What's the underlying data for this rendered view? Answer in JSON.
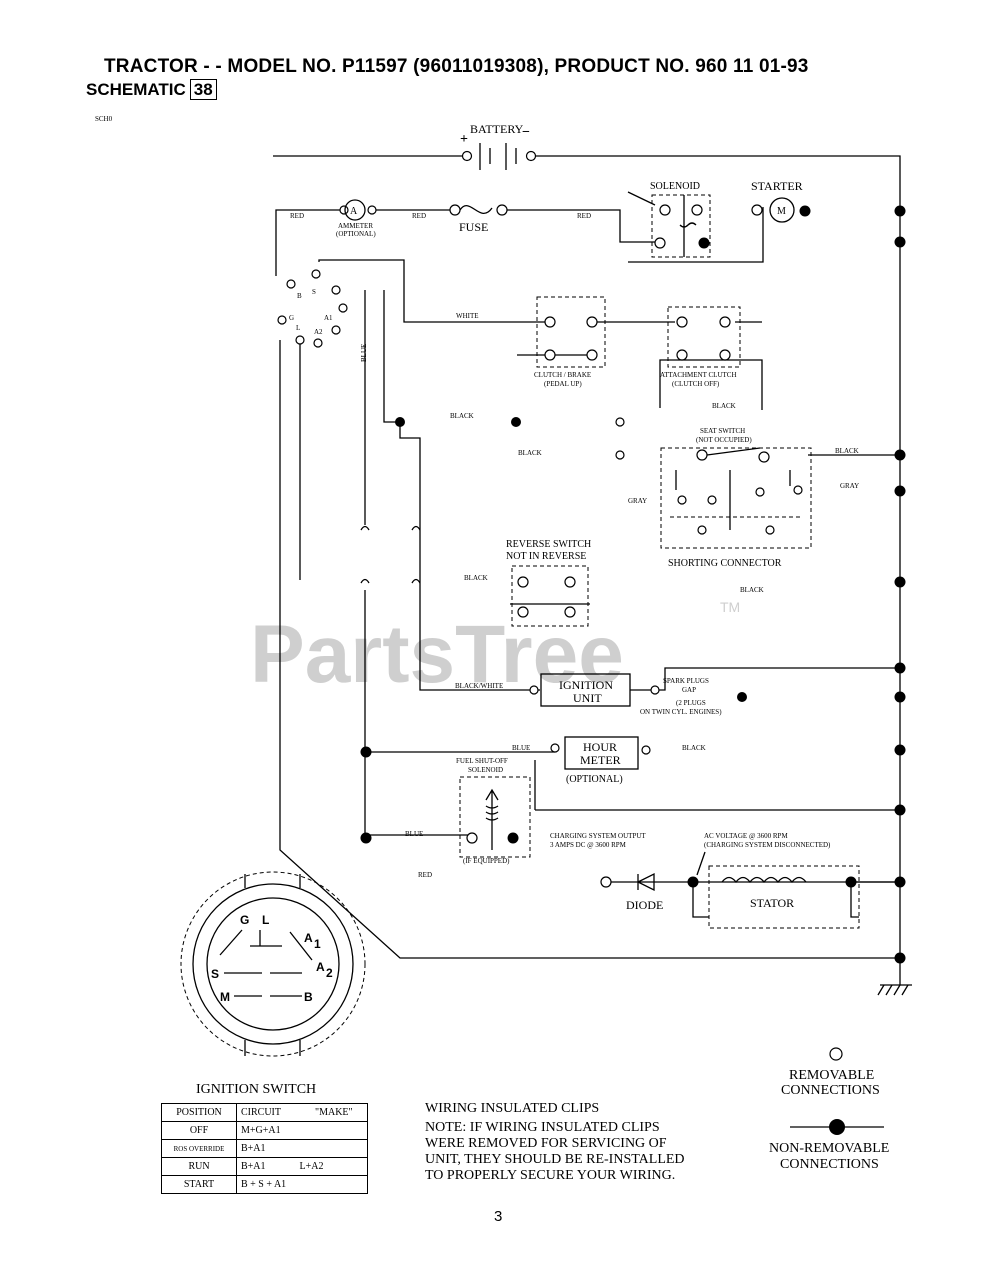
{
  "header": {
    "title": "TRACTOR - - MODEL NO. P11597 (96011019308), PRODUCT NO. 960 11 01-93",
    "schematic_label": "SCHEMATIC",
    "schematic_number": "38"
  },
  "watermark": {
    "text": "PartsTree",
    "tm": "TM"
  },
  "page_number": "3",
  "labels": {
    "corner": "SCH0",
    "battery": "BATTERY",
    "battery_plus": "+",
    "battery_minus": "−",
    "solenoid": "SOLENOID",
    "starter": "STARTER",
    "starter_m": "M",
    "ammeter_a": "A",
    "ammeter_1": "AMMETER",
    "ammeter_2": "(OPTIONAL)",
    "fuse": "FUSE",
    "red_1": "RED",
    "red_2": "RED",
    "red_3": "RED",
    "white": "WHITE",
    "blue_v": "BLUE",
    "clutch_1": "CLUTCH / BRAKE",
    "clutch_2": "(PEDAL UP)",
    "attach_1": "ATTACHMENT CLUTCH",
    "attach_2": "(CLUTCH OFF)",
    "black_1": "BLACK",
    "black_2": "BLACK",
    "black_3": "BLACK",
    "black_4": "BLACK",
    "black_5": "BLACK",
    "black_6": "BLACK",
    "seat_1": "SEAT SWITCH",
    "seat_2": "(NOT OCCUPIED)",
    "gray_1": "GRAY",
    "gray_2": "GRAY",
    "shorting": "SHORTING CONNECTOR",
    "reverse_1": "REVERSE SWITCH",
    "reverse_2": "NOT IN REVERSE",
    "black_white": "BLACK/WHITE",
    "ignition_1": "IGNITION",
    "ignition_2": "UNIT",
    "spark_1": "SPARK PLUGS",
    "spark_2": "GAP",
    "spark_3": "(2 PLUGS",
    "spark_4": "ON TWIN CYL. ENGINES)",
    "blue_1": "BLUE",
    "hour_1": "HOUR",
    "hour_2": "METER",
    "hour_3": "(OPTIONAL)",
    "fuel_1": "FUEL SHUT-OFF",
    "fuel_2": "SOLENOID",
    "fuel_3": "(IF EQUIPPED)",
    "blue_2": "BLUE",
    "red_4": "RED",
    "charge_1": "CHARGING SYSTEM OUTPUT",
    "charge_2": "3 AMPS DC @ 3600 RPM",
    "ac_1": "AC VOLTAGE @ 3600 RPM",
    "ac_2": "(CHARGING SYSTEM DISCONNECTED)",
    "diode": "DIODE",
    "stator": "STATOR",
    "sw_g": "G",
    "sw_l": "L",
    "sw_a1": "A",
    "sw_a1_sub": "1",
    "sw_a2": "A",
    "sw_a2_sub": "2",
    "sw_s": "S",
    "sw_m": "M",
    "sw_b": "B",
    "term_b": "B",
    "term_s": "S",
    "term_a1": "A1",
    "term_g": "G",
    "term_l": "L",
    "term_a2": "A2",
    "ignition_switch": "IGNITION SWITCH",
    "clips_title": "WIRING INSULATED CLIPS",
    "clips_note_1": "NOTE: IF WIRING INSULATED CLIPS",
    "clips_note_2": "WERE REMOVED FOR SERVICING OF",
    "clips_note_3": "UNIT, THEY SHOULD BE RE-INSTALLED",
    "clips_note_4": "TO PROPERLY SECURE YOUR WIRING.",
    "removable_1": "REMOVABLE",
    "removable_2": "CONNECTIONS",
    "nonremovable_1": "NON-REMOVABLE",
    "nonremovable_2": "CONNECTIONS"
  },
  "ignition_table": {
    "headers": [
      "POSITION",
      "CIRCUIT",
      "\"MAKE\""
    ],
    "rows": [
      {
        "position": "OFF",
        "circuit": "M+G+A1",
        "extra": ""
      },
      {
        "position": "ROS OVERRIDE",
        "circuit": "B+A1",
        "extra": ""
      },
      {
        "position": "RUN",
        "circuit": "B+A1",
        "extra": "L+A2"
      },
      {
        "position": "START",
        "circuit": "B + S + A1",
        "extra": ""
      }
    ]
  }
}
